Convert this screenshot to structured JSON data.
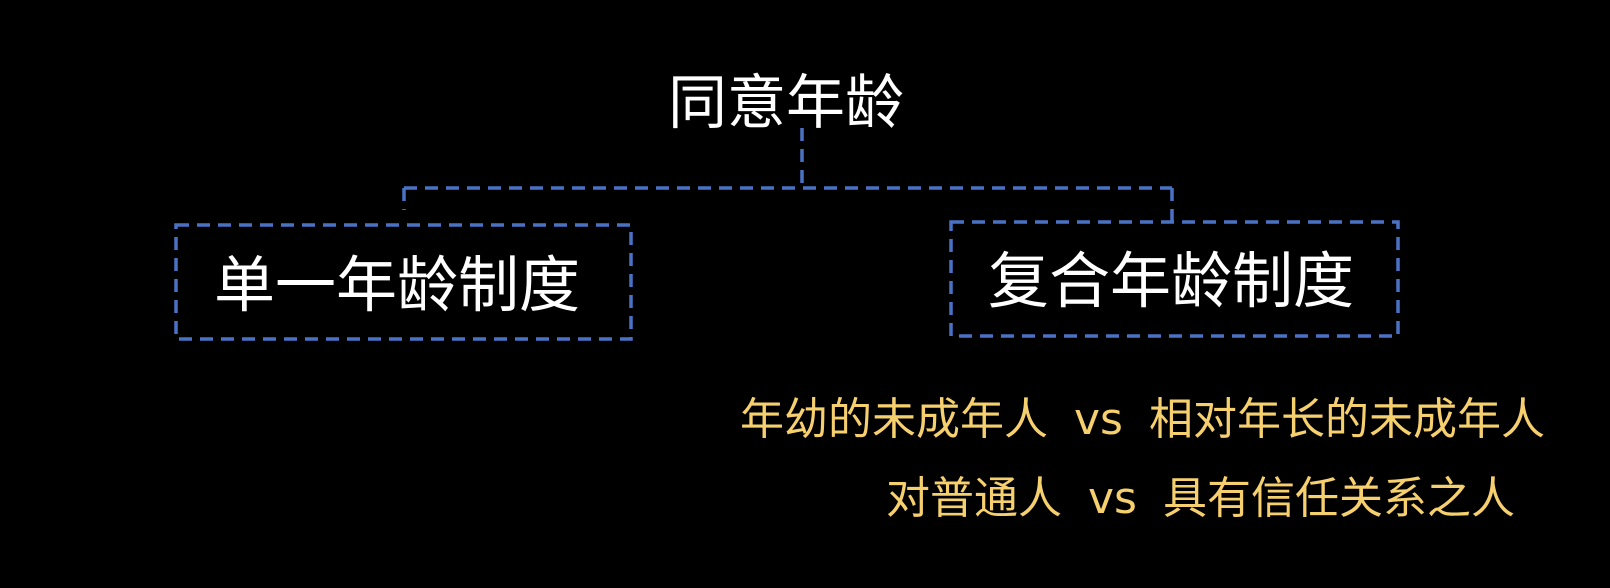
{
  "colors": {
    "background": "#000000",
    "node_text": "#ffffff",
    "connector": "#4a72c4",
    "note_text": "#f6cf6e"
  },
  "root": {
    "label": "同意年龄"
  },
  "children": [
    {
      "label": "单一年龄制度"
    },
    {
      "label": "复合年龄制度"
    }
  ],
  "notes": [
    {
      "left": "年幼的未成年人",
      "vs": "vs",
      "right": "相对年长的未成年人"
    },
    {
      "left": "对普通人",
      "vs": "vs",
      "right": "具有信任关系之人"
    }
  ]
}
